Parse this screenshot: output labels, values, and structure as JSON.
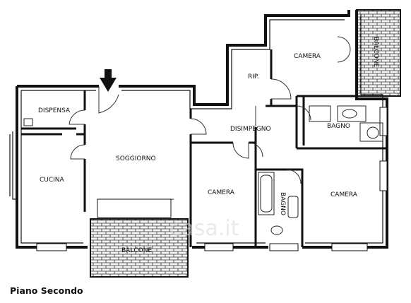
{
  "plan": {
    "caption": "Piano Secondo",
    "watermark": "casa.it",
    "rooms": {
      "dispensa": "DISPENSA",
      "cucina": "CUCINA",
      "soggiorno": "SOGGIORNO",
      "balcone_front": "BALCONE",
      "disimpegno": "DISIMPEGNO",
      "rip": "RIP.",
      "camera_top": "CAMERA",
      "balcone_side": "BALCONE",
      "bagno_right": "BAGNO",
      "bagno_center": "BAGNO",
      "camera_mid": "CAMERA",
      "camera_right": "CAMERA"
    }
  }
}
